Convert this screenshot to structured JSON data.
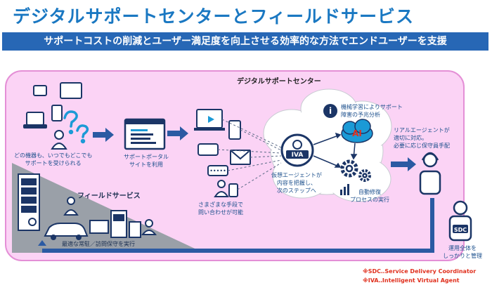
{
  "title": "デジタルサポートセンターとフィールドサービス",
  "banner": "サポートコストの削減とユーザー満足度を向上させる効率的な方法でエンドユーザーを支援",
  "panel": {
    "digital_title": "デジタルサポートセンター",
    "field_title": "フィールドサービス"
  },
  "labels": {
    "any_device": [
      "どの機器も、いつでもどこでも",
      "サポートを受けられる"
    ],
    "portal": [
      "サポートポータル",
      "サイトを利用"
    ],
    "channels": [
      "さまざまな手段で",
      "問い合わせが可能"
    ],
    "ml": [
      "機械学習によりサポート",
      "障害の予兆分析"
    ],
    "agent": [
      "リアルエージェントが",
      "適切に対応。",
      "必要に応じ保守員手配"
    ],
    "virtual": [
      "仮想エージェントが",
      "内容を把握し、",
      "次のステップへ"
    ],
    "auto": [
      "自動修復",
      "プロセスの実行"
    ],
    "optimal": "最適な常駐／訪問保守を実行",
    "manage": [
      "運用全体を",
      "しっかりと管理"
    ]
  },
  "badges": {
    "iva": "IVA",
    "ai": "AI",
    "sdc": "SDC"
  },
  "notes": [
    "※SDC‥Service Delivery Coordinator",
    "※IVA‥Intelligent Virtual Agent"
  ],
  "colors": {
    "title": "#1a78c2",
    "banner": "#2767b5",
    "panel": "#fbd3f5",
    "navy": "#1b3566",
    "accent": "#e0301e"
  }
}
